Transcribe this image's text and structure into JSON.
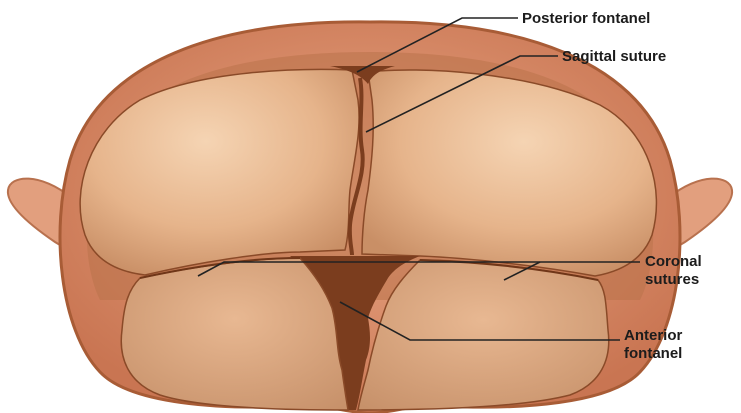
{
  "labels": {
    "posterior_fontanel": "Posterior fontanel",
    "sagittal_suture": "Sagittal suture",
    "coronal_sutures_line1": "Coronal",
    "coronal_sutures_line2": "sutures",
    "anterior_fontanel_line1": "Anterior",
    "anterior_fontanel_line2": "fontanel"
  },
  "colors": {
    "skin": "#e6a685",
    "skin_dark": "#c97b55",
    "scalp_rim": "#a85c36",
    "bone_light": "#efc49c",
    "bone_mid": "#d9a177",
    "fontanel_dark": "#7b3d1e",
    "leader_line": "#222222"
  }
}
